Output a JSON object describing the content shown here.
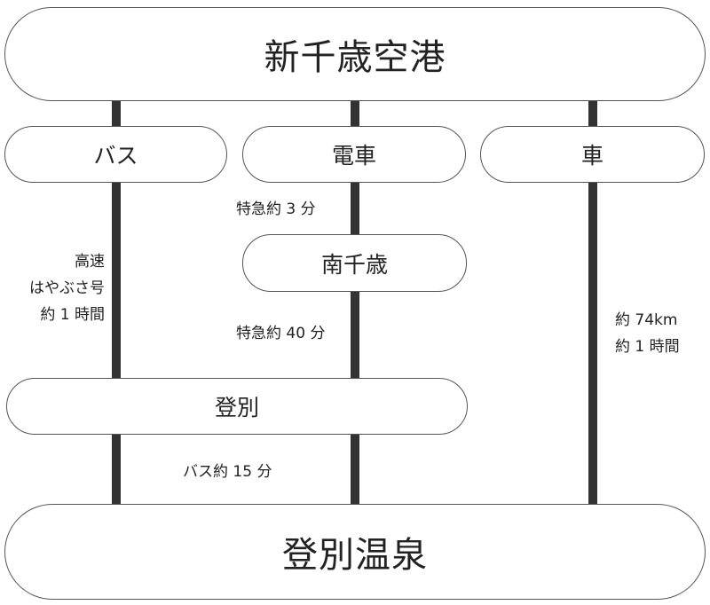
{
  "top": {
    "label": "新千歳空港"
  },
  "bottom": {
    "label": "登別温泉"
  },
  "modes": {
    "bus": "バス",
    "train": "電車",
    "car": "車"
  },
  "stations": {
    "minami_chitose": "南千歳",
    "noboribetsu": "登別"
  },
  "notes": {
    "bus_route": [
      "高速",
      "はやぶさ号",
      "約 1 時間"
    ],
    "train_to_minami": "特急約 3 分",
    "train_to_noboribetsu": "特急約 40 分",
    "bus_to_onsen": "バス約 15 分",
    "car_route": [
      "約 74km",
      "約 1 時間"
    ]
  }
}
